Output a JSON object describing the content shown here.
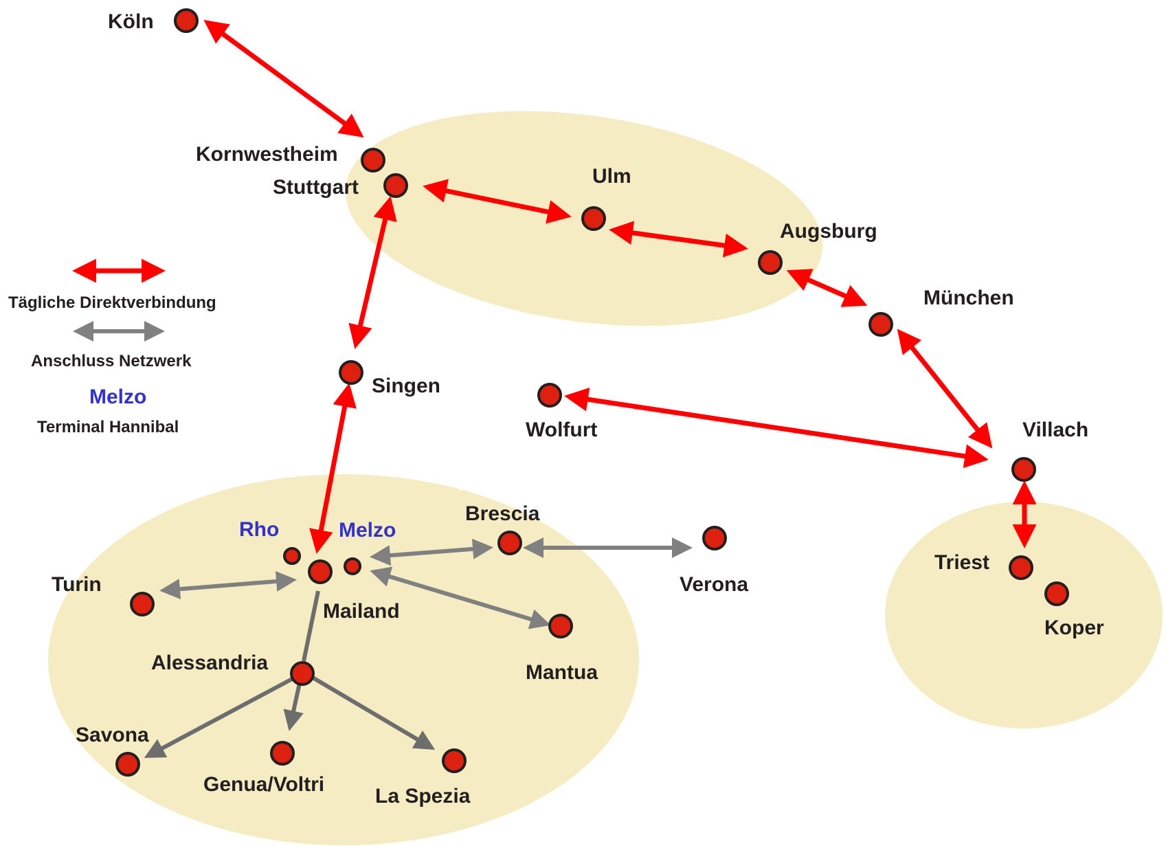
{
  "colors": {
    "direct": "#ff0000",
    "network": "#808080",
    "network_dark": "#6d6d6d",
    "node_fill": "#dd2010",
    "node_stroke": "#231f20",
    "region_fill": "#f5ecc4",
    "terminal_label": "#3333cc",
    "text": "#231f20"
  },
  "legend": {
    "direct_label": "Tägliche Direktverbindung",
    "network_label": "Anschluss Netzwerk",
    "terminal_name": "Melzo",
    "terminal_label": "Terminal Hannibal"
  },
  "cities": {
    "koeln": "Köln",
    "kornwestheim": "Kornwestheim",
    "stuttgart": "Stuttgart",
    "ulm": "Ulm",
    "augsburg": "Augsburg",
    "muenchen": "München",
    "singen": "Singen",
    "wolfurt": "Wolfurt",
    "villach": "Villach",
    "triest": "Triest",
    "koper": "Koper",
    "rho": "Rho",
    "melzo": "Melzo",
    "brescia": "Brescia",
    "verona": "Verona",
    "turin": "Turin",
    "mailand": "Mailand",
    "mantua": "Mantua",
    "alessandria": "Alessandria",
    "savona": "Savona",
    "genua": "Genua/Voltri",
    "la_spezia": "La Spezia"
  }
}
